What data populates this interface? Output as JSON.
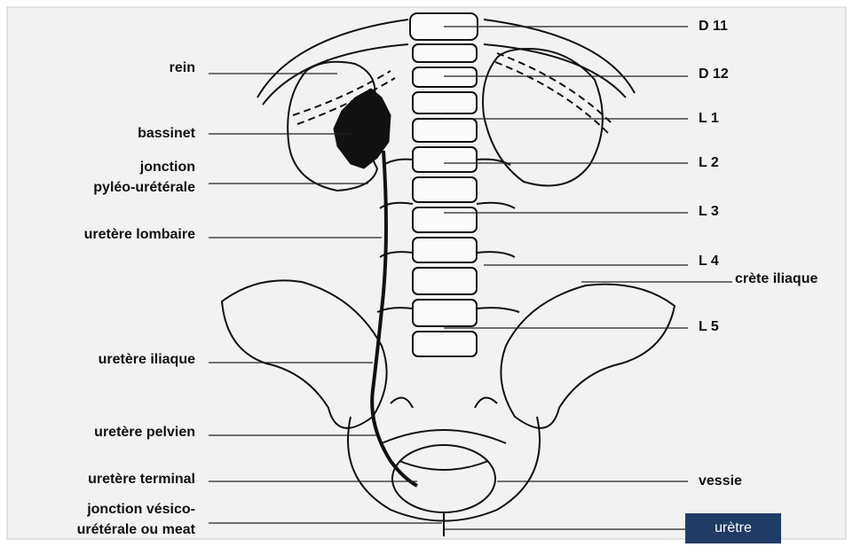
{
  "labels_left": {
    "rein": "rein",
    "bassinet": "bassinet",
    "jonction_pyelo_line1": "jonction",
    "jonction_pyelo_line2": "pyléo-urétérale",
    "uretere_lombaire": "uretère lombaire",
    "uretere_iliaque": "uretère iliaque",
    "uretere_pelvien": "uretère pelvien",
    "uretere_terminal": "uretère terminal",
    "jonction_vesico_line1": "jonction vésico-",
    "jonction_vesico_line2": "urétérale ou meat"
  },
  "labels_right": {
    "d11": "D 11",
    "d12": "D 12",
    "l1": "L 1",
    "l2": "L 2",
    "l3": "L 3",
    "l4": "L 4",
    "crete_iliaque": "crète iliaque",
    "l5": "L 5",
    "vessie": "vessie",
    "uretre": "urètre"
  },
  "colors": {
    "background": "#ffffff",
    "drawing_background": "#f2f2f2",
    "ink": "#111111",
    "urethra_box": "#1f3c66"
  }
}
